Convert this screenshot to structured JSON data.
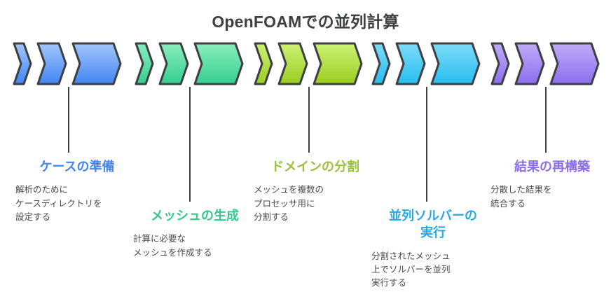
{
  "title": "OpenFOAMでの並列計算",
  "title_color": "#3c4043",
  "background_color": "#ffffff",
  "connector_color": "#3c4043",
  "steps": [
    {
      "index": 1,
      "heading": "ケースの準備",
      "heading_color": "#4285f4",
      "description": "解析のために\nケースディレクトリを\n設定する",
      "arrow_icon": "triple-chevron-right-icon",
      "arrow_color_top": "#a3c6fa",
      "arrow_color_bottom": "#4285f4",
      "arrow_outline": "#3c4043",
      "heading_align": "left"
    },
    {
      "index": 2,
      "heading": "メッシュの生成",
      "heading_color": "#34c98a",
      "description": "計算に必要な\nメッシュを作成する",
      "arrow_icon": "triple-chevron-right-icon",
      "arrow_color_top": "#8bedbe",
      "arrow_color_bottom": "#34cf8e",
      "arrow_outline": "#3c4043",
      "heading_align": "left"
    },
    {
      "index": 3,
      "heading": "ドメインの分割",
      "heading_color": "#9ac23c",
      "description": "メッシュを複数の\nプロセッサ用に\n分割する",
      "arrow_icon": "triple-chevron-right-icon",
      "arrow_color_top": "#cdf274",
      "arrow_color_bottom": "#9acd20",
      "arrow_outline": "#3c4043",
      "heading_align": "left"
    },
    {
      "index": 4,
      "heading": "並列ソルバーの\n実行",
      "heading_color": "#29a8e0",
      "description": "分割されたメッシュ\n上でソルバーを並列\n実行する",
      "arrow_icon": "triple-chevron-right-icon",
      "arrow_color_top": "#7ddcf7",
      "arrow_color_bottom": "#28bdf0",
      "arrow_outline": "#3c4043",
      "heading_align": "center"
    },
    {
      "index": 5,
      "heading": "結果の再構築",
      "heading_color": "#8b6ee8",
      "description": "分散した結果を\n統合する",
      "arrow_icon": "triple-chevron-right-icon",
      "arrow_color_top": "#c0acf7",
      "arrow_color_bottom": "#8b6ef0",
      "arrow_outline": "#3c4043",
      "heading_align": "left"
    }
  ]
}
